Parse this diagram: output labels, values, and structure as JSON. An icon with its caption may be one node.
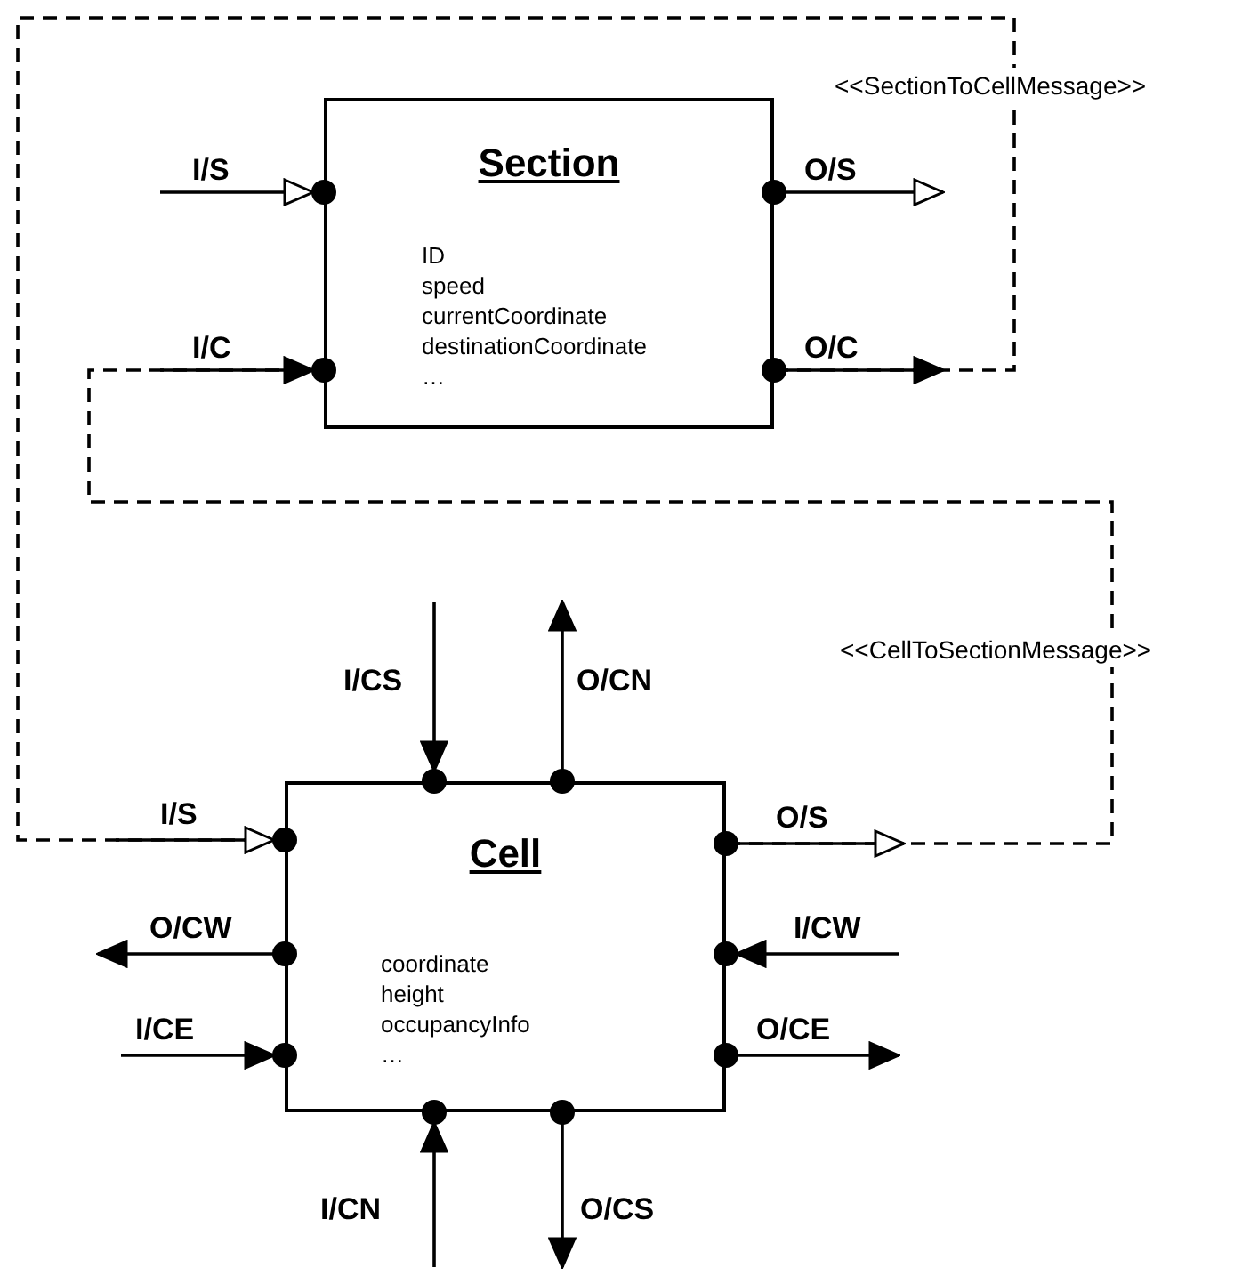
{
  "diagram": {
    "nodes": [
      {
        "text": [
          "Section",
          "ID speed currentCoordinate destinationCoordinate …"
        ]
      },
      {
        "text": [
          "Cell",
          "coordinate height occupancyInfo …"
        ]
      }
    ],
    "edges": [
      {
        "from": null,
        "to": 0,
        "arrow": "to",
        "label": "I/S"
      },
      {
        "from": null,
        "to": 0,
        "arrow": "to",
        "label": "I/C"
      },
      {
        "from": 0,
        "to": null,
        "arrow": "to",
        "label": "O/S"
      },
      {
        "from": 0,
        "to": null,
        "arrow": "to",
        "label": "O/C"
      },
      {
        "from": 0,
        "to": 1,
        "arrow": "none",
        "label": "<<SectionToCellMessage>>",
        "style": "dashed"
      },
      {
        "from": null,
        "to": 1,
        "arrow": "to",
        "label": "I/CS"
      },
      {
        "from": 1,
        "to": null,
        "arrow": "to",
        "label": "O/CN"
      },
      {
        "from": 1,
        "to": 0,
        "arrow": "none",
        "label": "<<CellToSectionMessage>>",
        "style": "dashed"
      },
      {
        "from": null,
        "to": 1,
        "arrow": "to",
        "label": "I/S"
      },
      {
        "from": 1,
        "to": null,
        "arrow": "to",
        "label": "O/S"
      },
      {
        "from": 1,
        "to": null,
        "arrow": "to",
        "label": "O/CW"
      },
      {
        "from": null,
        "to": 1,
        "arrow": "to",
        "label": "I/CW"
      },
      {
        "from": null,
        "to": 1,
        "arrow": "to",
        "label": "I/CE"
      },
      {
        "from": 1,
        "to": null,
        "arrow": "to",
        "label": "O/CE"
      },
      {
        "from": null,
        "to": 1,
        "arrow": "to",
        "label": "I/CN"
      },
      {
        "from": 1,
        "to": null,
        "arrow": "to",
        "label": "O/CS"
      }
    ]
  }
}
